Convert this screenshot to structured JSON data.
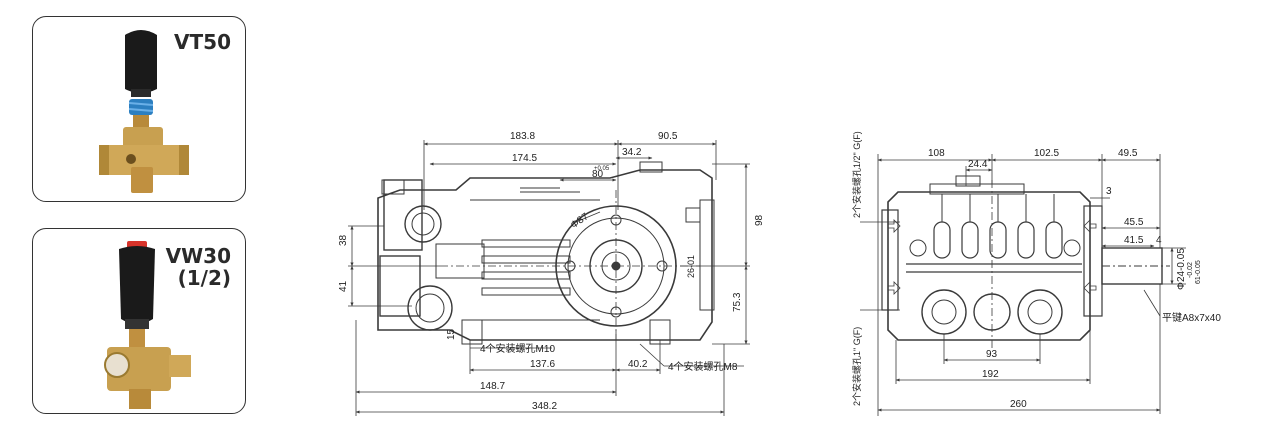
{
  "products": [
    {
      "name": "VT50",
      "subname": ""
    },
    {
      "name": "VW30",
      "subname": "(1/2)"
    }
  ],
  "side_view": {
    "dims": {
      "overall_top": "183.8",
      "right_top": "90.5",
      "port_offset": "174.5",
      "port_gap": "34.2",
      "shaft_dim": "80",
      "shaft_tol": "+0.05",
      "diameter": "Φ87",
      "height_total": "98",
      "left_38": "38",
      "left_41": "41",
      "bottom_15": "15",
      "height_75": "75.3",
      "hub": "26-01",
      "base_137": "137.6",
      "base_40": "40.2",
      "base_148": "148.7",
      "overall_length": "348.2"
    },
    "labels": {
      "m10": "4个安装螺孔M10",
      "m8": "4个安装螺孔M8"
    }
  },
  "front_view": {
    "dims": {
      "w108": "108",
      "w102": "102.5",
      "w49": "49.5",
      "w24": "24.4",
      "d3": "3",
      "d45": "45.5",
      "d41": "41.5",
      "d4": "4",
      "shaft_dia": "Φ24-0.05",
      "tol_a": "-0.02",
      "tol_b": "61-0.05",
      "w93": "93",
      "w192": "192",
      "w260": "260"
    },
    "labels": {
      "port_top": "2个安装螺孔1/2\" G(F)",
      "port_bottom": "2个安装螺孔1\" G(F)",
      "key": "平键A8x7x40"
    }
  },
  "colors": {
    "brass": "#c8a050",
    "knob": "#1a1a1a",
    "spring": "#2c7fc0",
    "cap": "#d8332a",
    "line": "#3a3a3a"
  }
}
